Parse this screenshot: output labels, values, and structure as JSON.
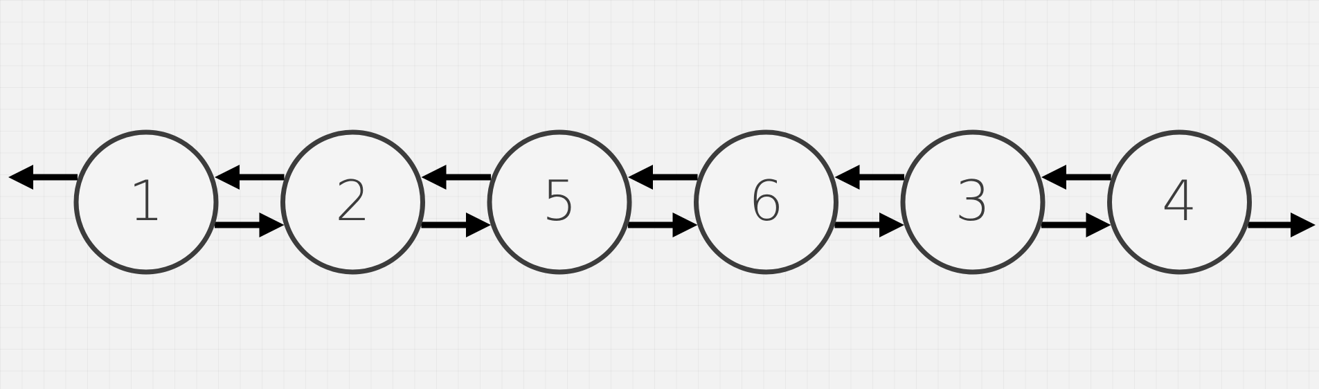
{
  "diagram": {
    "type": "doubly-linked-list",
    "nodes": [
      {
        "label": "1"
      },
      {
        "label": "2"
      },
      {
        "label": "5"
      },
      {
        "label": "6"
      },
      {
        "label": "3"
      },
      {
        "label": "4"
      }
    ],
    "colors": {
      "background": "#f2f2f2",
      "grid": "#e2e2e2",
      "node_stroke": "#3c3c3c",
      "node_fill": "#f4f4f4",
      "label": "#3c3c3c",
      "arrow": "#000000"
    },
    "has_head_prev_arrow": true,
    "has_tail_next_arrow": true
  }
}
